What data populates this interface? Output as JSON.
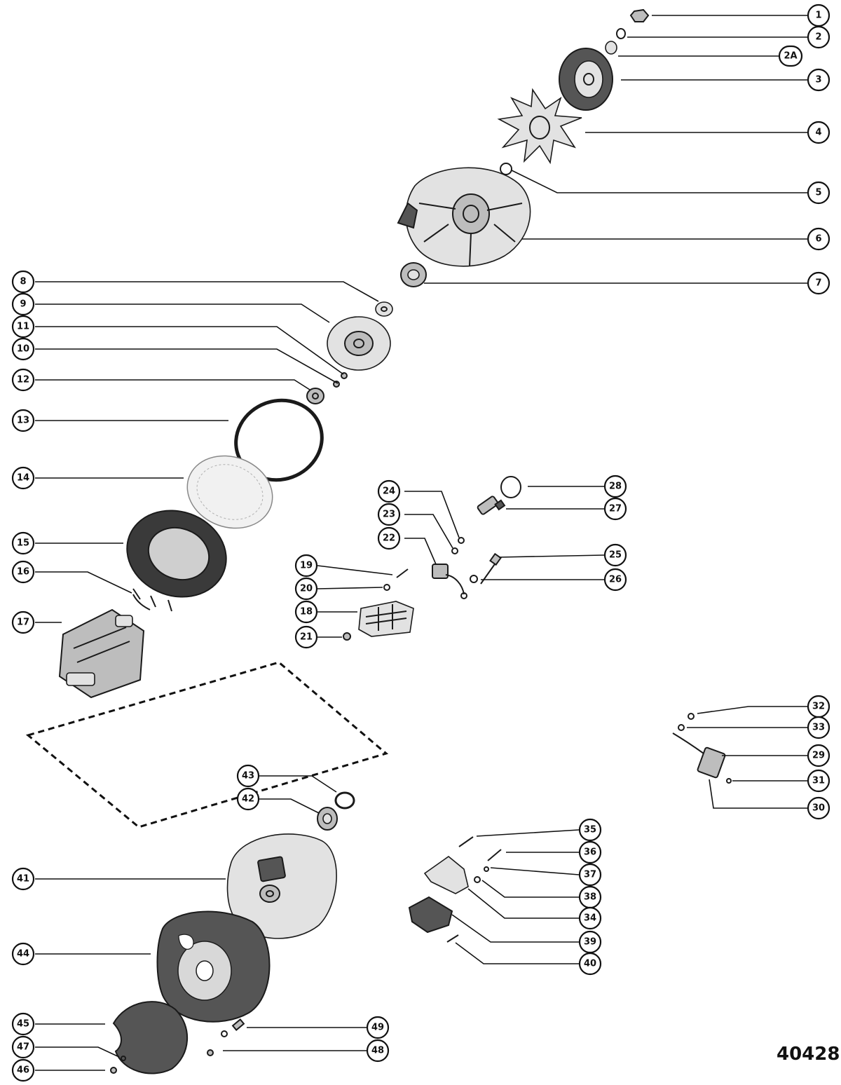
{
  "figure_number": "40428",
  "callouts": [
    "1",
    "2",
    "2A",
    "3",
    "4",
    "5",
    "6",
    "7",
    "8",
    "9",
    "11",
    "10",
    "12",
    "13",
    "14",
    "15",
    "16",
    "17",
    "24",
    "23",
    "22",
    "19",
    "20",
    "18",
    "21",
    "28",
    "27",
    "25",
    "26",
    "32",
    "33",
    "29",
    "31",
    "30",
    "43",
    "42",
    "41",
    "35",
    "36",
    "37",
    "38",
    "34",
    "39",
    "40",
    "44",
    "45",
    "47",
    "46",
    "49",
    "48"
  ]
}
